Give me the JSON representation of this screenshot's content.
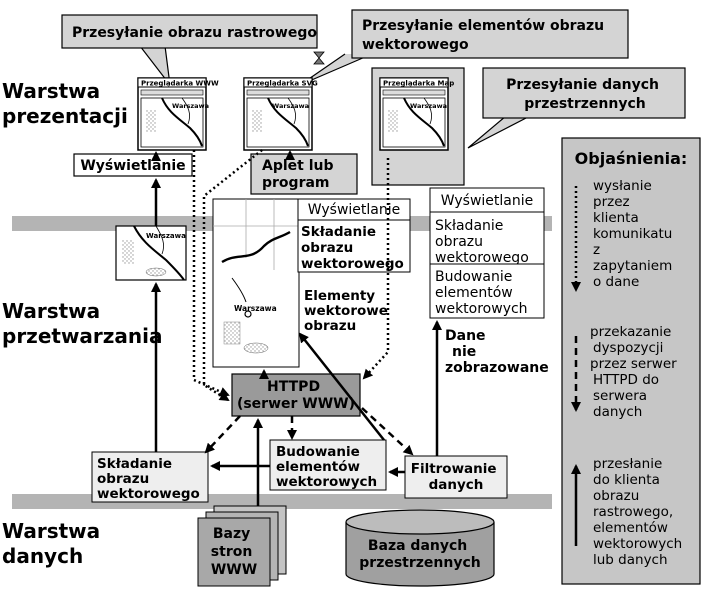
{
  "layers": {
    "presentation": [
      "Warstwa",
      "prezentacji"
    ],
    "processing": [
      "Warstwa",
      "przetwarzania"
    ],
    "data": [
      "Warstwa",
      "danych"
    ]
  },
  "callouts": {
    "raster": [
      "Przesyłanie obrazu rastrowego"
    ],
    "vector": [
      "Przesyłanie elementów obrazu",
      "wektorowego"
    ],
    "spatial": [
      "Przesyłanie danych",
      "przestrzennych"
    ]
  },
  "browsers": {
    "www": "Przeglądarka WWW",
    "svg": "Przeglądarka SVG",
    "map": "Przeglądarka Map",
    "city": "Warszawa"
  },
  "boxes": {
    "display_left": "Wyświetlanie",
    "applet": [
      "Aplet lub",
      "program"
    ],
    "middle_display": "Wyświetlanie",
    "middle_compose": [
      "Składanie",
      "obrazu",
      "wektorowego"
    ],
    "vector_elements_label": [
      "Elementy",
      "wektorowe",
      "obrazu"
    ],
    "right_display": "Wyświetlanie",
    "right_compose": [
      "Składanie",
      "obrazu",
      "wektorowego"
    ],
    "right_build": [
      "Budowanie",
      "elementów",
      "wektorowych"
    ],
    "undisplayed_label": [
      "Dane",
      "nie",
      "zobrazowane"
    ],
    "httpd": [
      "HTTPD",
      "(serwer WWW)"
    ],
    "bottom_compose": [
      "Składanie",
      "obrazu",
      "wektorowego"
    ],
    "bottom_build": [
      "Budowanie",
      "elementów",
      "wektorowych"
    ],
    "filtering": [
      "Filtrowanie",
      "danych"
    ],
    "www_db": [
      "Bazy",
      "stron",
      "WWW"
    ],
    "spatial_db": [
      "Baza danych",
      "przestrzennych"
    ]
  },
  "legend": {
    "title": "Objaśnienia:",
    "dotted": [
      "wysłanie",
      "przez",
      "klienta",
      "komunikatu",
      "z",
      "zapytaniem",
      "o dane"
    ],
    "dashed": [
      "przekazanie",
      "dyspozycji",
      "przez serwer",
      "HTTPD do",
      "serwera",
      "danych"
    ],
    "solid": [
      "przesłanie",
      "do klienta",
      "obrazu",
      "rastrowego,",
      "elementów",
      "wektorowych",
      "lub danych"
    ]
  },
  "colors": {
    "layer_band": "#b4b4b4",
    "callout_fill": "#d4d4d4",
    "legend_fill": "#c6c6c6",
    "server_fill": "#9a9a9a",
    "database_fill": "#a0a0a0"
  }
}
